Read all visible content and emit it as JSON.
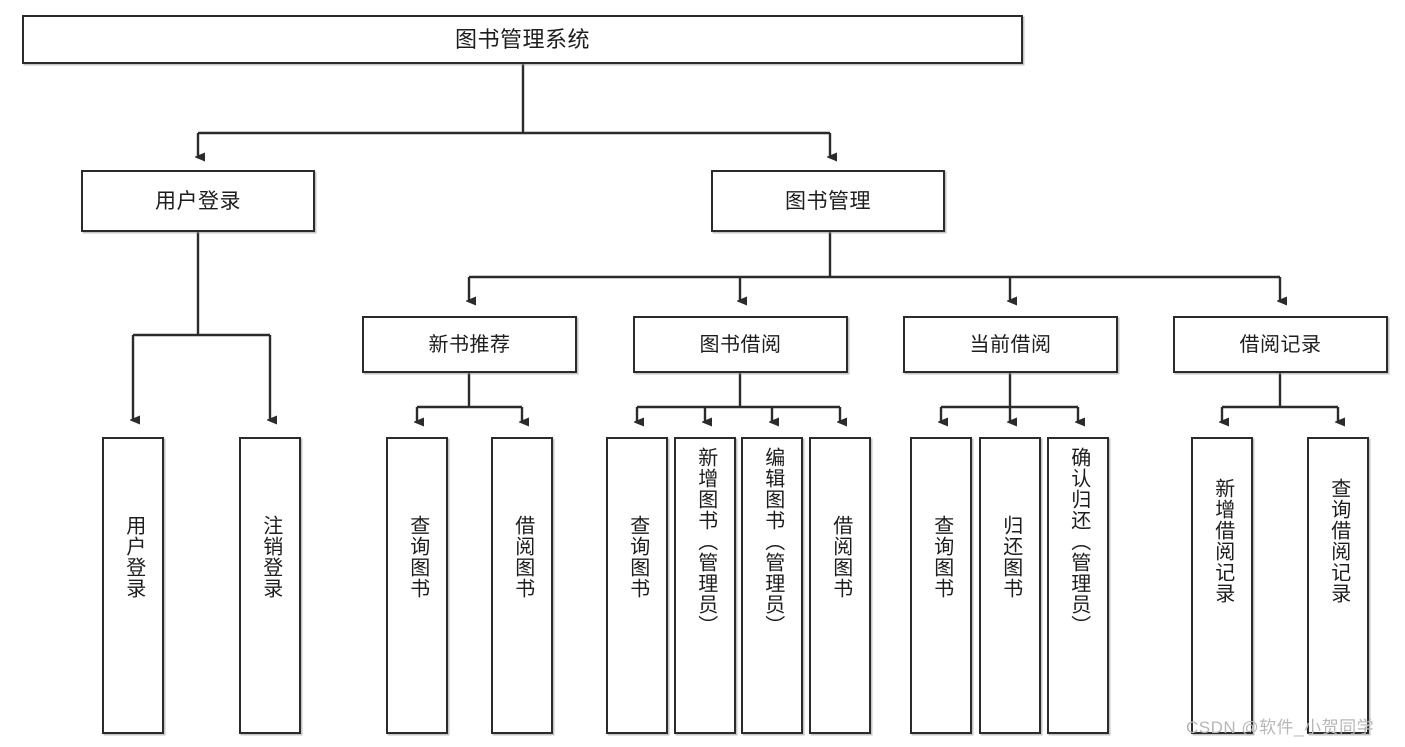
{
  "diagram": {
    "title": "图书管理系统",
    "type": "tree-hierarchy-chart",
    "root": {
      "id": "root",
      "label": "图书管理系统",
      "orientation": "horizontal"
    },
    "level2": [
      {
        "id": "user-login",
        "label": "用户登录",
        "orientation": "horizontal"
      },
      {
        "id": "book-management",
        "label": "图书管理",
        "orientation": "horizontal"
      }
    ],
    "level3": [
      {
        "id": "new-book-recommend",
        "label": "新书推荐",
        "orientation": "horizontal",
        "parent": "book-management"
      },
      {
        "id": "book-borrow",
        "label": "图书借阅",
        "orientation": "horizontal",
        "parent": "book-management"
      },
      {
        "id": "current-borrow",
        "label": "当前借阅",
        "orientation": "horizontal",
        "parent": "book-management"
      },
      {
        "id": "borrow-record",
        "label": "借阅记录",
        "orientation": "horizontal",
        "parent": "book-management"
      }
    ],
    "leaves": [
      {
        "id": "leaf-user-login",
        "label": "用户登录",
        "parent": "user-login",
        "orientation": "vertical"
      },
      {
        "id": "leaf-logout",
        "label": "注销登录",
        "parent": "user-login",
        "orientation": "vertical"
      },
      {
        "id": "leaf-query-book-1",
        "label": "查询图书",
        "parent": "new-book-recommend",
        "orientation": "vertical"
      },
      {
        "id": "leaf-borrow-book-1",
        "label": "借阅图书",
        "parent": "new-book-recommend",
        "orientation": "vertical"
      },
      {
        "id": "leaf-query-book-2",
        "label": "查询图书",
        "parent": "book-borrow",
        "orientation": "vertical"
      },
      {
        "id": "leaf-add-book",
        "label": "新增图书（管理员）",
        "parent": "book-borrow",
        "orientation": "vertical"
      },
      {
        "id": "leaf-edit-book",
        "label": "编辑图书（管理员）",
        "parent": "book-borrow",
        "orientation": "vertical"
      },
      {
        "id": "leaf-borrow-book-2",
        "label": "借阅图书",
        "parent": "book-borrow",
        "orientation": "vertical"
      },
      {
        "id": "leaf-query-book-3",
        "label": "查询图书",
        "parent": "current-borrow",
        "orientation": "vertical"
      },
      {
        "id": "leaf-return-book",
        "label": "归还图书",
        "parent": "current-borrow",
        "orientation": "vertical"
      },
      {
        "id": "leaf-confirm-return",
        "label": "确认归还（管理员）",
        "parent": "current-borrow",
        "orientation": "vertical"
      },
      {
        "id": "leaf-add-record",
        "label": "新增借阅记录",
        "parent": "borrow-record",
        "orientation": "vertical"
      },
      {
        "id": "leaf-query-record",
        "label": "查询借阅记录",
        "parent": "borrow-record",
        "orientation": "vertical"
      }
    ],
    "colors": {
      "box_border": "#2b2b2b",
      "box_fill": "#ffffff",
      "connector": "#2b2b2b",
      "text": "#1d1d1d",
      "watermark": "#b7b7b7",
      "background": "#ffffff"
    }
  },
  "watermark": {
    "text": "CSDN @软件_小贺同学"
  }
}
